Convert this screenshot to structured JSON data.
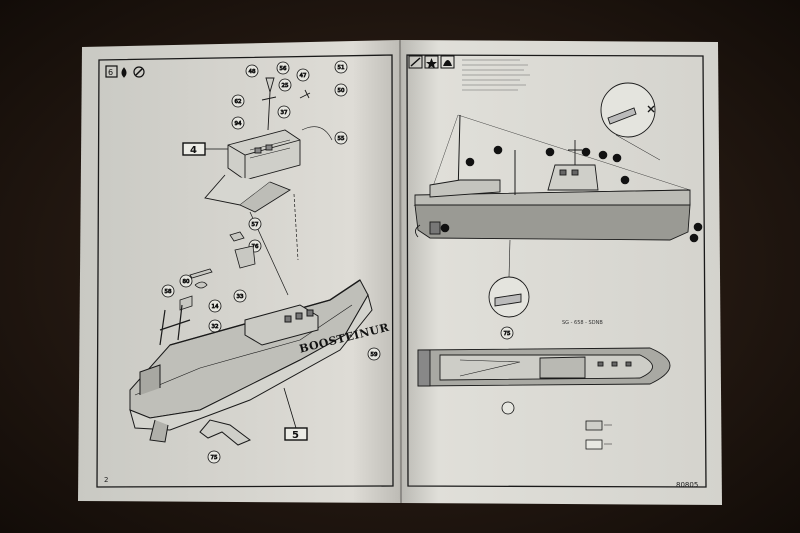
{
  "page": {
    "page_number": "2",
    "kit_code": "80805",
    "hull_name": "BOOSTEINUR",
    "hull_code": "SG - 658 - SDNB"
  },
  "step_numbers": [
    "4",
    "5"
  ],
  "part_numbers": [
    "48",
    "56",
    "47",
    "51",
    "50",
    "62",
    "25",
    "37",
    "94",
    "55",
    "57",
    "76",
    "80",
    "58",
    "14",
    "33",
    "32",
    "59",
    "75"
  ],
  "colors": {
    "table": "#231811",
    "paper_left": "#dcdcd6",
    "paper_right": "#e3e3dd",
    "ink": "#1a1a1a"
  }
}
